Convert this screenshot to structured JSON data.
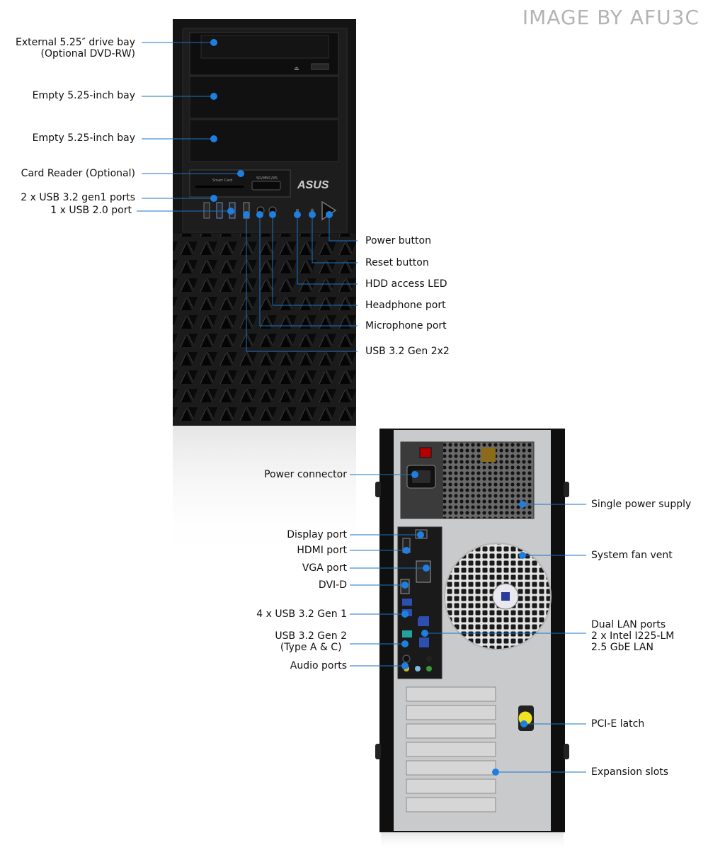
{
  "watermark": "IMAGE BY AFU3C",
  "front": {
    "logo": "ASUS",
    "smart_card_text": "Smart Card",
    "sd_text": "SD/MMC/MS",
    "labels": {
      "dvd_line1": "External 5.25″ drive bay",
      "dvd_line2": "(Optional DVD-RW)",
      "bay1": "Empty 5.25-inch bay",
      "bay2": "Empty 5.25-inch bay",
      "card_reader": "Card Reader (Optional)",
      "usb_gen1": "2 x USB 3.2 gen1 ports",
      "usb20": "1 x USB 2.0 port",
      "power_button": "Power button",
      "reset_button": "Reset button",
      "hdd_led": "HDD access LED",
      "headphone": "Headphone port",
      "microphone": "Microphone port",
      "usb_2x2": "USB 3.2 Gen 2x2"
    }
  },
  "rear": {
    "labels": {
      "power_connector": "Power connector",
      "display_port": "Display port",
      "hdmi": "HDMI port",
      "vga": "VGA port",
      "dvi": "DVI-D",
      "usb_gen1": "4 x USB 3.2 Gen 1",
      "usb_gen2_line1": "USB 3.2 Gen 2",
      "usb_gen2_line2": "(Type A & C)",
      "audio": "Audio ports",
      "psu": "Single power supply",
      "fan": "System fan vent",
      "lan_line1": "Dual LAN ports",
      "lan_line2": "2 x Intel I225-LM",
      "lan_line3": "2.5 GbE LAN",
      "pcie_latch": "PCI-E latch",
      "expansion": "Expansion slots"
    }
  },
  "colors": {
    "callout": "#1a73c8",
    "dot": "#1f7fe0",
    "case_black": "#161616",
    "chassis_grey": "#c9cacc"
  }
}
